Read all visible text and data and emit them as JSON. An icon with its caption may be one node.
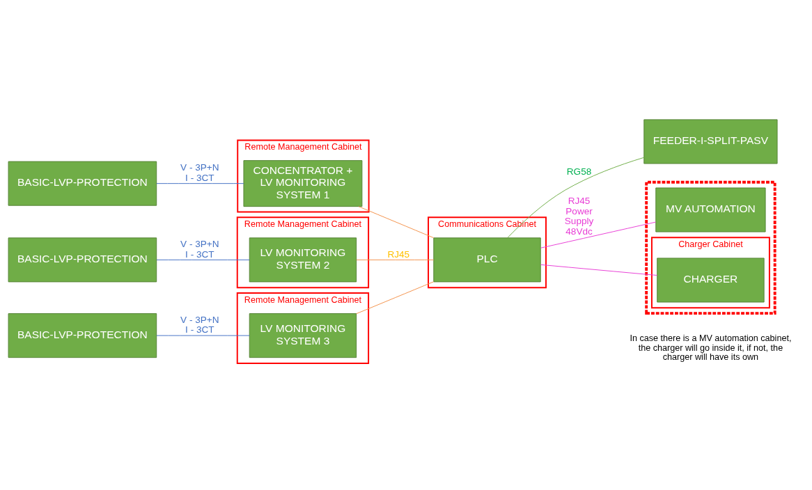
{
  "diagram": {
    "nodes": [
      {
        "text": [
          "Communications Cabinet"
        ]
      },
      {
        "text": [
          "PLC"
        ],
        "in": 0
      },
      {
        "text": [
          "FEEDER-I-SPLIT-PASV"
        ]
      },
      {
        "text": [
          "BASIC-LVP-PROTECTION"
        ]
      },
      {
        "text": [
          "Remote Management Cabinet"
        ]
      },
      {
        "text": [
          "CONCENTRATOR + LV MONITORING SYSTEM 1"
        ],
        "in": 4
      },
      {
        "text": [
          "BASIC-LVP-PROTECTION"
        ]
      },
      {
        "text": [
          "Remote Management Cabinet"
        ]
      },
      {
        "text": [
          "LV MONITORING SYSTEM 2"
        ],
        "in": 7
      },
      {
        "text": [
          "BASIC-LVP-PROTECTION"
        ]
      },
      {
        "text": [
          "Remote Management Cabinet"
        ]
      },
      {
        "text": [
          "LV MONITORING SYSTEM 3"
        ],
        "in": 10
      },
      {
        "text": [],
        "shape": "box",
        "beside": [
          "In case there is a MV automation cabinet, the charger will go inside it, if not, the charger will have its own"
        ]
      },
      {
        "text": [
          "MV AUTOMATION"
        ],
        "in": 12
      },
      {
        "text": [
          "Charger Cabinet"
        ],
        "in": 12
      },
      {
        "text": [
          "CHARGER"
        ],
        "in": 14
      }
    ],
    "edges": [
      {
        "from": 3,
        "to": 5,
        "arrow": "none",
        "label": "V - 3P+N I - 3CT",
        "color": "#4472c4"
      },
      {
        "from": 6,
        "to": 8,
        "arrow": "none",
        "label": "V - 3P+N I - 3CT",
        "color": "#4472c4"
      },
      {
        "from": 9,
        "to": 11,
        "arrow": "none",
        "label": "V - 3P+N I - 3CT",
        "color": "#4472c4"
      },
      {
        "from": 5,
        "to": 1,
        "arrow": "none",
        "color": "#f4924a"
      },
      {
        "from": 8,
        "to": 1,
        "arrow": "none",
        "label": "RJ45",
        "color": "#f4924a"
      },
      {
        "from": 11,
        "to": 1,
        "arrow": "none",
        "color": "#f4924a"
      },
      {
        "from": 1,
        "to": 2,
        "arrow": "none",
        "label": "RG58",
        "color": "#70ad47"
      },
      {
        "from": 1,
        "to": 13,
        "arrow": "none",
        "label": "RJ45 Power Supply 48Vdc",
        "color": "#e83ed6"
      },
      {
        "from": 1,
        "to": 15,
        "arrow": "none",
        "color": "#e83ed6"
      }
    ]
  }
}
